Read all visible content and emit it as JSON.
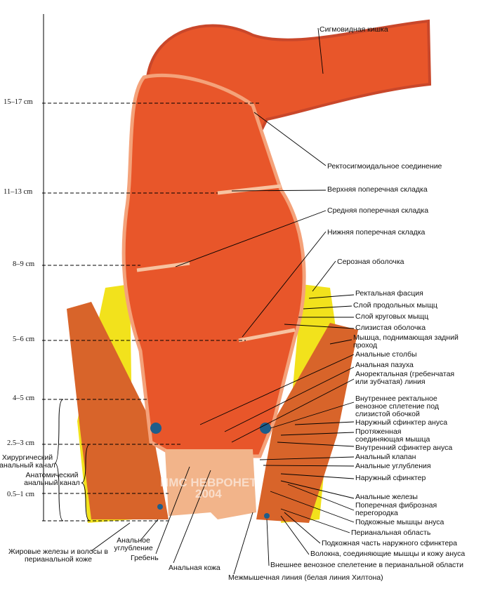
{
  "scale": [
    "15–17 cm",
    "11–13 cm",
    "8–9 cm",
    "5–6 cm",
    "4–5 cm",
    "2.5–3 cm",
    "0.5–1 cm"
  ],
  "canal": {
    "surgical": "Хирургический анальный канал",
    "anatomical": "Анатомический анальный канал"
  },
  "watermark": {
    "l1": "ИМС НЕВРОНЕТ",
    "l2": "2004"
  },
  "right": [
    "Сигмовидная кишка",
    "Ректосигмоидальное соединение",
    "Верхняя поперечная складка",
    "Средняя поперечная складка",
    "Нижняя поперечная складка",
    "Серозная оболочка",
    "Ректальная фасция",
    "Слой продольных мыщц",
    "Слой круговых мыщц",
    "Слизистая оболочка",
    "Мышца, поднимающая задний проход",
    "Анальные столбы",
    "Анальная пазуха",
    "Аноректальная (гребенчатая или зубчатая) линия",
    "Внутреннее ректальное венозное сплетение под слизистой обочкой",
    "Наружный сфинктер ануса",
    "Протяженная соединяющая мышца",
    "Внутренний сфинктер ануса",
    "Анальный клапан",
    "Анальные углубления",
    "Наружный сфинктер",
    "Анальные железы",
    "Поперечная фиброзная перегородка",
    "Подкожные мышцы ануса",
    "Перианальная область",
    "Подкожная часть наружного сфинктера",
    "Волокна, соединяющие мышцы и кожу ануса",
    "Внешнее венозное спелетение в перианальной области",
    "Межмышечная линия (белая линия Хилтона)"
  ],
  "bottom": [
    "Анальное углубление",
    "Жировые железы и волосы в перианальной коже",
    "Гребень",
    "Анальная кожа"
  ],
  "colors": {
    "colon": "#e8562a",
    "mucosa": "#f07a3c",
    "fat": "#f2e21c",
    "muscle": "#d8642a"
  }
}
